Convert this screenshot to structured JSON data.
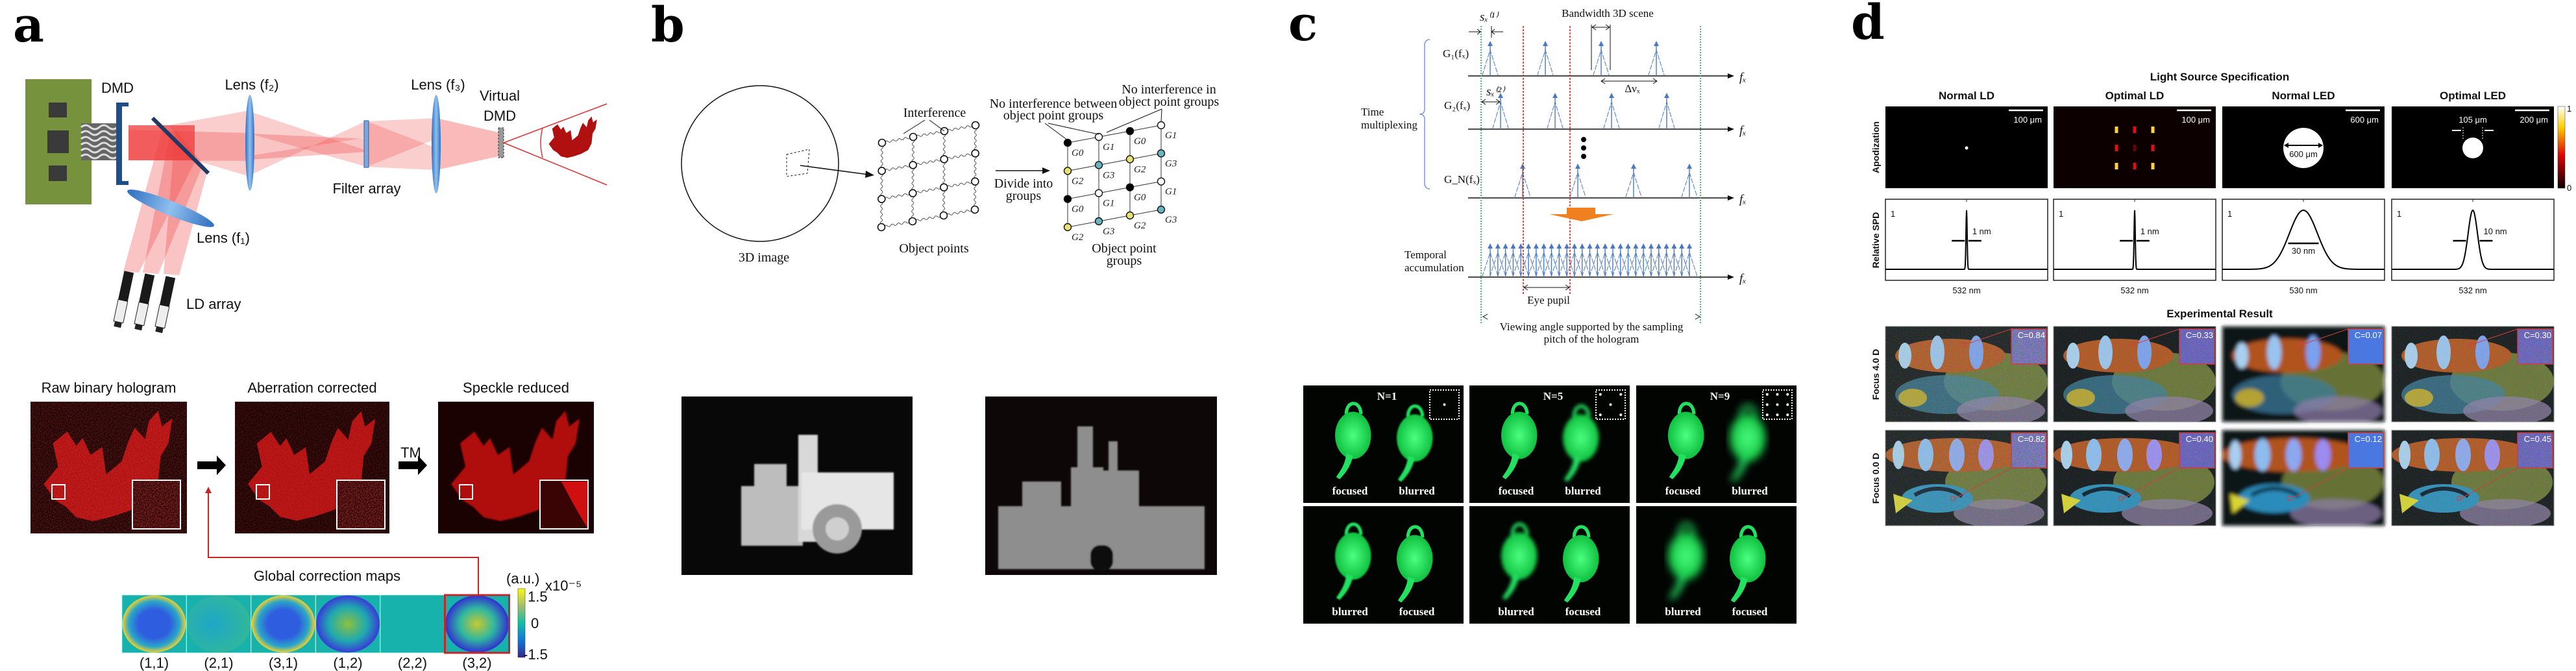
{
  "panel_a": {
    "label": "a",
    "optics": {
      "dmd": "DMD",
      "lens_f2": "Lens (f₂)",
      "lens_f3": "Lens (f₃)",
      "virtual_dmd": [
        "Virtual",
        "DMD"
      ],
      "filter_array": "Filter array",
      "lens_f1": "Lens (f₁)",
      "ld_array": "LD array"
    },
    "results": [
      "Raw binary hologram",
      "Aberration corrected",
      "Speckle reduced"
    ],
    "tm_label": "TM",
    "maps": {
      "title": "Global correction maps",
      "labels": [
        "(1,1)",
        "(2,1)",
        "(3,1)",
        "(1,2)",
        "(2,2)",
        "(3,2)"
      ],
      "highlighted": "(3,2)",
      "colorbar": {
        "unit": "(a.u.)",
        "exponent": "x10⁻⁵",
        "ticks": [
          "1.5",
          "0",
          "-1.5"
        ],
        "colormap": "parula"
      }
    }
  },
  "panel_b": {
    "label": "b",
    "image_label": "3D image",
    "interference": "Interference",
    "object_points": "Object points",
    "divide": [
      "Divide into",
      "groups"
    ],
    "no_between": [
      "No interference between",
      "object point groups"
    ],
    "no_within": [
      "No interference in",
      "object point groups"
    ],
    "groups_label": [
      "Object point",
      "groups"
    ],
    "group_names": [
      "G0",
      "G1",
      "G2",
      "G3"
    ],
    "group_colors": {
      "G0": "#000000",
      "G1": "#ffffff",
      "G2": "#e8e070",
      "G3": "#6ab4c4"
    }
  },
  "panel_c": {
    "label": "c",
    "bandwidth": "Bandwidth 3D scene",
    "shift_1": "sₓ⁽¹⁾",
    "shift_2": "sₓ⁽²⁾",
    "g_labels": [
      "G₁(fₓ)",
      "G₂(fₓ)",
      "G_N(fₓ)"
    ],
    "axis_label": "fₓ",
    "delta": "Δνₓ",
    "time_mux": [
      "Time",
      "multiplexing"
    ],
    "temporal": [
      "Temporal",
      "accumulation"
    ],
    "eye_pupil": "Eye pupil",
    "viewing_angle": [
      "Viewing angle supported by the sampling",
      "pitch of the hologram"
    ],
    "photos": {
      "n_labels": [
        "N=1",
        "N=5",
        "N=9"
      ],
      "row1": [
        "focused",
        "blurred"
      ],
      "row2": [
        "blurred",
        "focused"
      ]
    }
  },
  "panel_d": {
    "label": "d",
    "title": "Light Source Specification",
    "results_title": "Experimental Result",
    "row_labels": {
      "apodization": "Apodization",
      "spd": "Relative SPD",
      "focus_far": "Focus 4.0 D",
      "focus_near": "Focus 0.0 D"
    },
    "spd_peak_label": "1",
    "led_diameter": "600 μm",
    "optimal_led_aperture": "105 μm",
    "colorbar": {
      "max": "1",
      "min": "0",
      "colormap": "hot"
    },
    "columns": [
      {
        "title": "Normal LD",
        "scale_bar": "100 μm",
        "fwhm_label": "1 nm",
        "fwhm_nm": 1,
        "center_label": "532 nm",
        "contrast": [
          "C=0.84",
          "C=0.82"
        ]
      },
      {
        "title": "Optimal LD",
        "scale_bar": "100 μm",
        "fwhm_label": "1 nm",
        "fwhm_nm": 1,
        "center_label": "532 nm",
        "contrast": [
          "C=0.33",
          "C=0.40"
        ]
      },
      {
        "title": "Normal LED",
        "scale_bar": "600 μm",
        "fwhm_label": "30 nm",
        "fwhm_nm": 30,
        "center_label": "530 nm",
        "contrast": [
          "C=0.07",
          "C=0.12"
        ]
      },
      {
        "title": "Optimal LED",
        "scale_bar": "200 μm",
        "fwhm_label": "10 nm",
        "fwhm_nm": 10,
        "center_label": "532 nm",
        "contrast": [
          "C=0.30",
          "C=0.45"
        ]
      }
    ]
  }
}
